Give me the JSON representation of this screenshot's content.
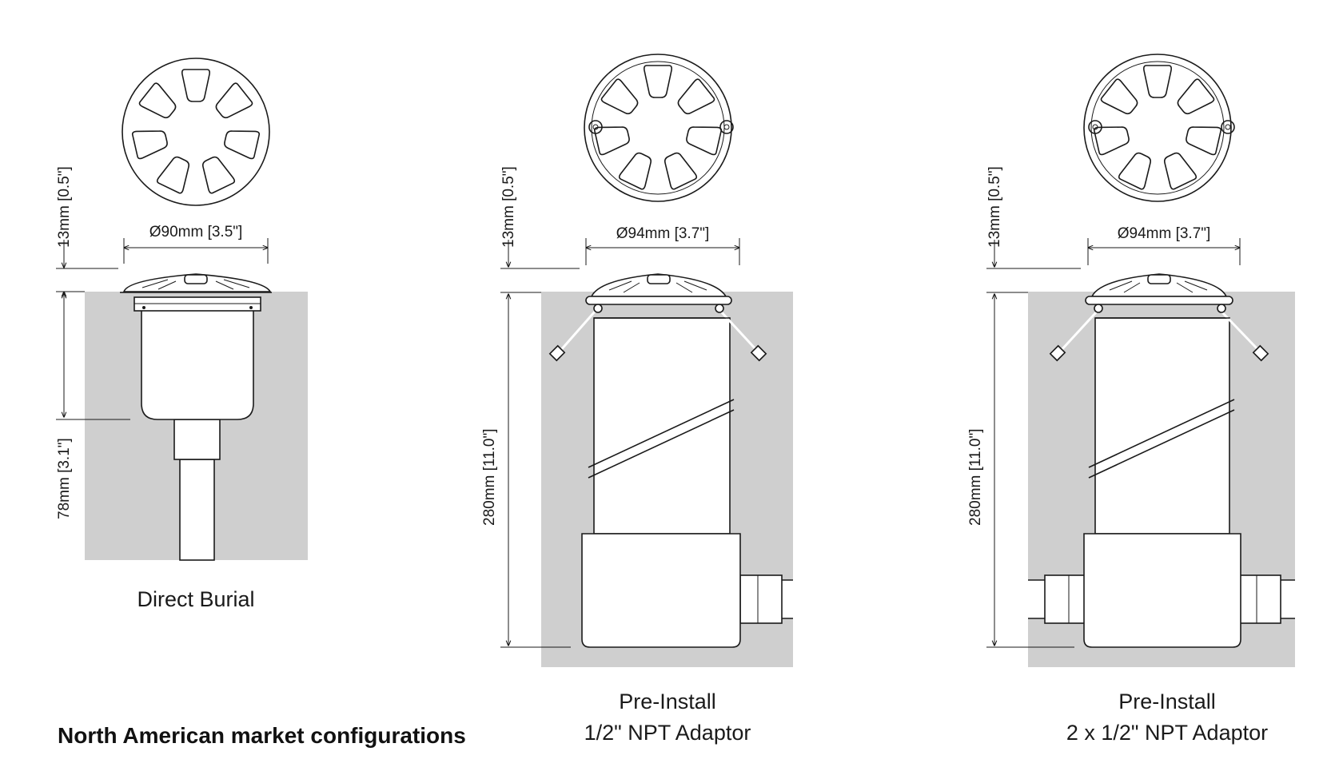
{
  "title": "North American market configurations",
  "panels": [
    {
      "caption_lines": [
        "Direct Burial"
      ],
      "top_dim": "Ø90mm [3.5\"]",
      "cap_dim": "13mm [0.5\"]",
      "depth_dim": "78mm [3.1\"]"
    },
    {
      "caption_lines": [
        "Pre-Install",
        "1/2\" NPT Adaptor"
      ],
      "top_dim": "Ø94mm [3.7\"]",
      "cap_dim": "13mm [0.5\"]",
      "depth_dim": "280mm [11.0\"]"
    },
    {
      "caption_lines": [
        "Pre-Install",
        "2 x 1/2\" NPT Adaptor"
      ],
      "top_dim": "Ø94mm [3.7\"]",
      "cap_dim": "13mm [0.5\"]",
      "depth_dim": "280mm [11.0\"]"
    }
  ]
}
